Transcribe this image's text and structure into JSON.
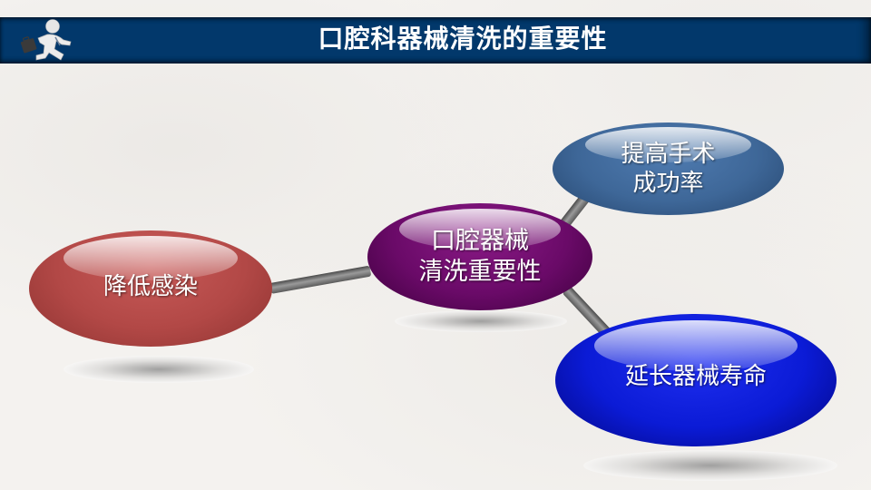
{
  "header": {
    "title": "口腔科器械清洗的重要性",
    "icon": "running-man-with-briefcase-icon",
    "background_color": "#02386b"
  },
  "diagram": {
    "center": {
      "label_line1": "口腔器械",
      "label_line2": "清洗重要性",
      "color": "#6a0a68"
    },
    "nodes": [
      {
        "id": "reduce-infection",
        "label": "降低感染",
        "color": "#b24846"
      },
      {
        "id": "improve-success",
        "label_line1": "提高手术",
        "label_line2": "成功率",
        "color": "#3e6798"
      },
      {
        "id": "extend-life",
        "label": "延长器械寿命",
        "color": "#0b1bd6"
      }
    ]
  }
}
